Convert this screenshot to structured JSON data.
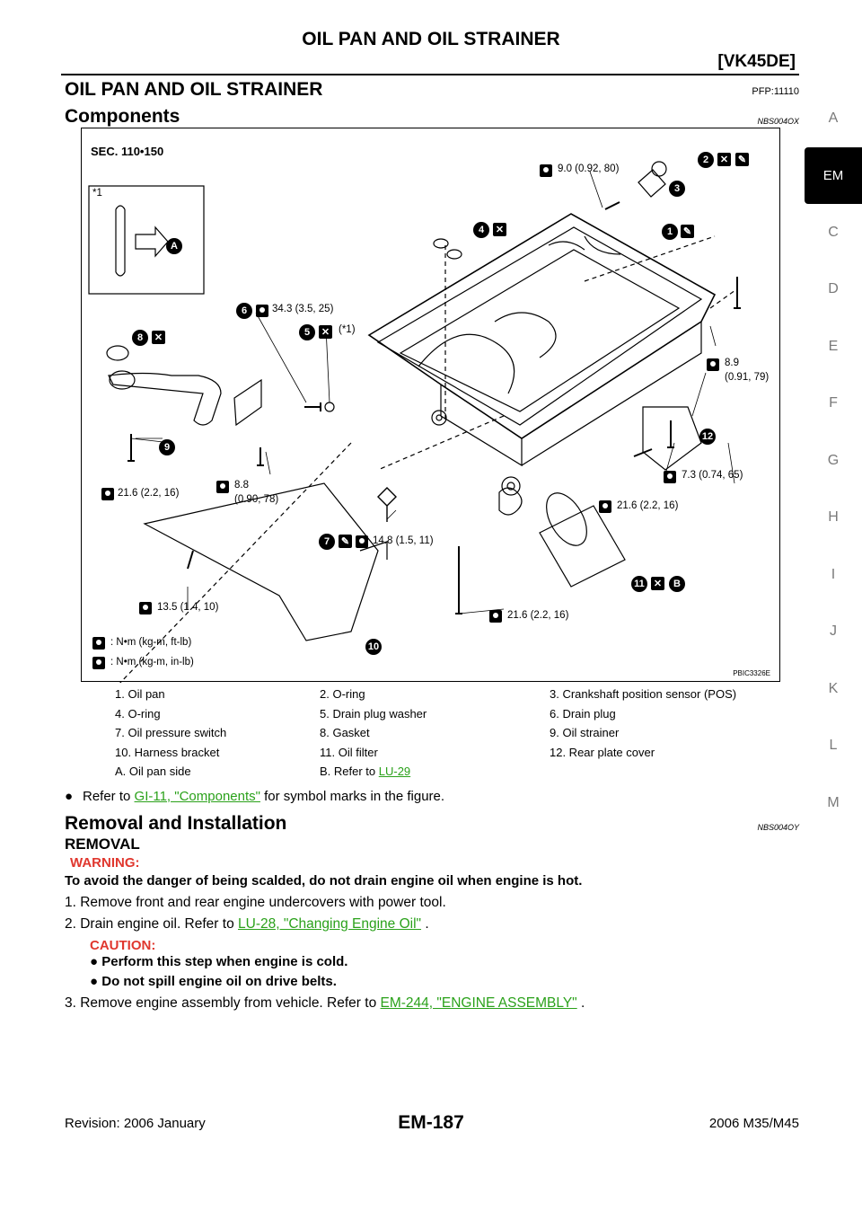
{
  "header": {
    "title": "OIL PAN AND OIL STRAINER",
    "subtitle": "[VK45DE]"
  },
  "side_tabs": [
    {
      "label": "A",
      "active": false
    },
    {
      "label": "EM",
      "active": true
    },
    {
      "label": "C",
      "active": false
    },
    {
      "label": "D",
      "active": false
    },
    {
      "label": "E",
      "active": false
    },
    {
      "label": "F",
      "active": false
    },
    {
      "label": "G",
      "active": false
    },
    {
      "label": "H",
      "active": false
    },
    {
      "label": "I",
      "active": false
    },
    {
      "label": "J",
      "active": false
    },
    {
      "label": "K",
      "active": false
    },
    {
      "label": "L",
      "active": false
    },
    {
      "label": "M",
      "active": false
    }
  ],
  "section": {
    "title": "OIL PAN AND OIL STRAINER",
    "code": "PFP:11110"
  },
  "components": {
    "title": "Components",
    "code": "NBS004OX"
  },
  "figure": {
    "sec": "SEC. 110•150",
    "star1": "*1",
    "code": "PBIC3326E",
    "torques": {
      "t1": "9.0 (0.92, 80)",
      "t2": "34.3 (3.5, 25)",
      "t3": "(*1)",
      "t4": "8.9",
      "t4b": "(0.91, 79)",
      "t5": "7.3 (0.74, 65)",
      "t6": "21.6 (2.2, 16)",
      "t7": "8.8",
      "t7b": "(0.90, 78)",
      "t8": "21.6 (2.2, 16)",
      "t9": "14.8 (1.5, 11)",
      "t10": "13.5 (1.4, 10)",
      "t11": "21.6 (2.2, 16)"
    },
    "legend1": ": N•m (kg-m, ft-lb)",
    "legend2": ": N•m (kg-m, in-lb)",
    "callouts": [
      "1",
      "2",
      "3",
      "4",
      "5",
      "6",
      "7",
      "8",
      "9",
      "10",
      "11",
      "12",
      "A",
      "B"
    ]
  },
  "parts": [
    [
      "1.  Oil pan",
      "2.  O-ring",
      "3.  Crankshaft position sensor (POS)"
    ],
    [
      "4.  O-ring",
      "5.  Drain plug washer",
      "6.  Drain plug"
    ],
    [
      "7.  Oil pressure switch",
      "8.  Gasket",
      "9.  Oil strainer"
    ],
    [
      "10.  Harness bracket",
      "11.  Oil filter",
      "12.  Rear plate cover"
    ]
  ],
  "parts_last": {
    "a": "A.  Oil pan side",
    "b_prefix": "B.  Refer to ",
    "b_link": "LU-29"
  },
  "note": {
    "prefix": "Refer to ",
    "link": "GI-11, \"Components\"",
    "suffix": "  for symbol marks in the figure."
  },
  "removal": {
    "title": "Removal and Installation",
    "code": "NBS004OY",
    "subtitle": "REMOVAL",
    "warning_label": "WARNING:",
    "warning_text": "To avoid the danger of being scalded, do not drain engine oil when engine is hot.",
    "step1": "1.  Remove front and rear engine undercovers with power tool.",
    "step2_prefix": "2.  Drain engine oil. Refer to ",
    "step2_link": "LU-28, \"Changing Engine Oil\"",
    "step2_suffix": " .",
    "caution_label": "CAUTION:",
    "caution1": "Perform this step when engine is cold.",
    "caution2": "Do not spill engine oil on drive belts.",
    "step3_prefix": "3.  Remove engine assembly from vehicle. Refer to ",
    "step3_link": "EM-244, \"ENGINE ASSEMBLY\"",
    "step3_suffix": " ."
  },
  "footer": {
    "left": "Revision: 2006 January",
    "center": "EM-187",
    "right": "2006 M35/M45"
  }
}
